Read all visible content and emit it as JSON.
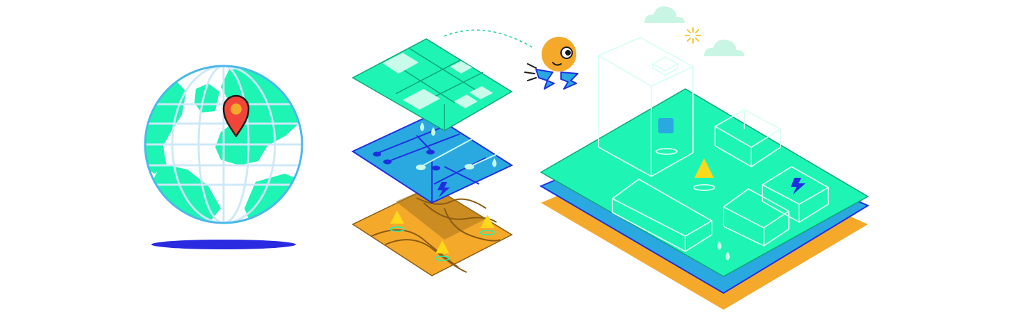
{
  "palette": {
    "background": "#ffffff",
    "mint": "#1EF5B4",
    "mint_light": "#C9FBEA",
    "ocean_blue": "#1F2FE0",
    "sky_blue": "#2AA8E0",
    "amber": "#F5A92B",
    "amber_dark": "#8A5A12",
    "yellow": "#FFD81A",
    "pin_red": "#F2453A",
    "outline_dark": "#1A1A1A",
    "cloud": "#C9F6E4",
    "globe_outline": "#4AB9E8",
    "grid_light": "#CDE8F8"
  },
  "illustration": {
    "globe": {
      "icon": "globe-with-location-pin"
    },
    "layer_stack": {
      "icon": "exploded-map-layers",
      "layers": [
        "land-parcels",
        "utility-network",
        "terrain-contours"
      ]
    },
    "mascot": {
      "icon": "round-orange-mascot-with-wings"
    },
    "city_platform": {
      "icon": "isometric-city-block",
      "layers": [
        "mint-surface",
        "blue-substrate",
        "amber-base"
      ]
    },
    "weather": {
      "icons": [
        "cloud",
        "cloud",
        "sun"
      ]
    }
  }
}
